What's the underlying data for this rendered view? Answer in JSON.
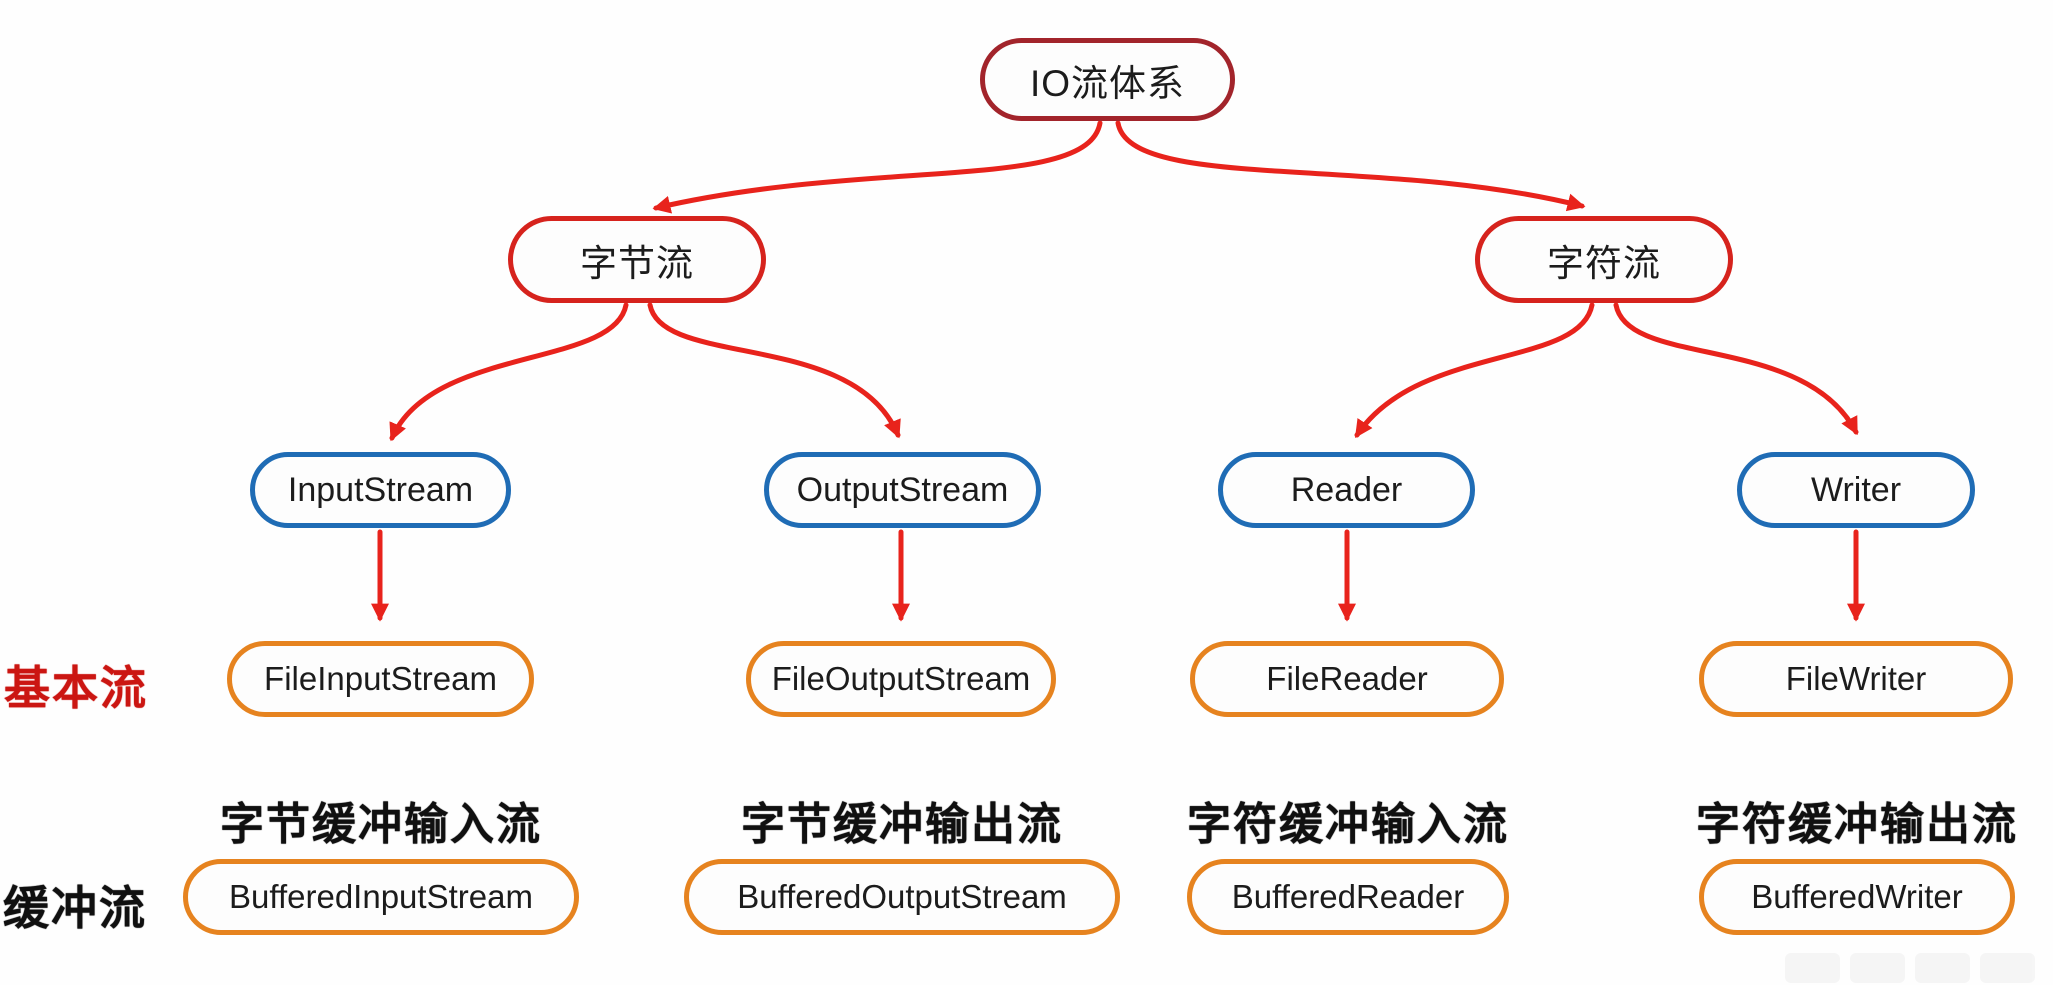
{
  "diagram": {
    "title_node": "IO流体系",
    "branches": [
      {
        "label": "字节流"
      },
      {
        "label": "字符流"
      }
    ],
    "abstract_nodes": [
      {
        "label": "InputStream"
      },
      {
        "label": "OutputStream"
      },
      {
        "label": "Reader"
      },
      {
        "label": "Writer"
      }
    ],
    "row_labels": {
      "basic": "基本流",
      "buffered": "缓冲流"
    },
    "basic_nodes": [
      {
        "label": "FileInputStream"
      },
      {
        "label": "FileOutputStream"
      },
      {
        "label": "FileReader"
      },
      {
        "label": "FileWriter"
      }
    ],
    "buffered_nodes": [
      {
        "caption": "字节缓冲输入流",
        "label": "BufferedInputStream"
      },
      {
        "caption": "字节缓冲输出流",
        "label": "BufferedOutputStream"
      },
      {
        "caption": "字符缓冲输入流",
        "label": "BufferedReader"
      },
      {
        "caption": "字符缓冲输出流",
        "label": "BufferedWriter"
      }
    ],
    "colors": {
      "arrow": "#e8231c",
      "root_border": "#a2242b",
      "branch_border": "#d6231d",
      "abstract_border": "#1f6cb5",
      "concrete_border": "#e6831f",
      "basic_label": "#cb1612",
      "caption_text": "#101010",
      "node_fill": "#fdfdfd"
    }
  }
}
